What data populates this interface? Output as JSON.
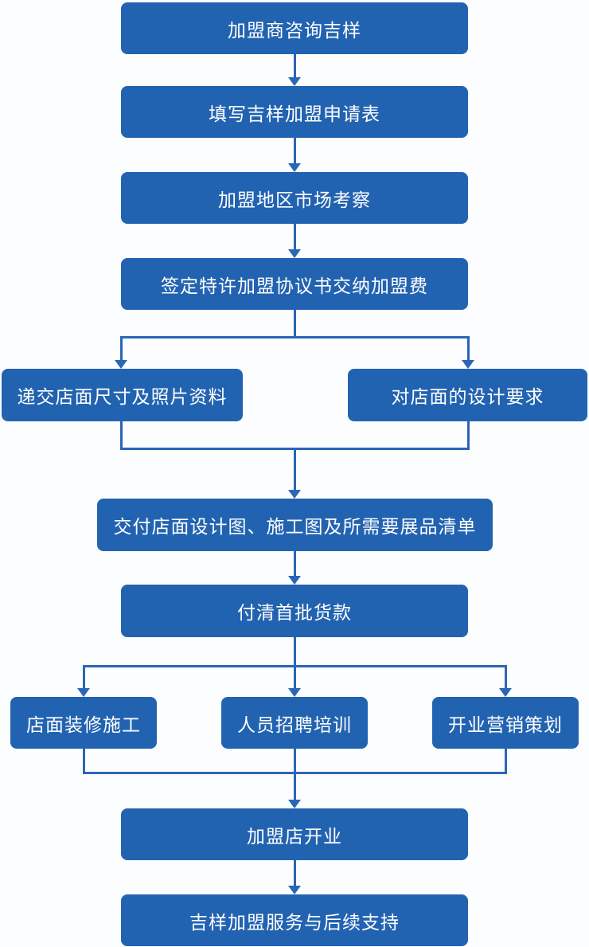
{
  "diagram": {
    "type": "flowchart",
    "direction": "top-down",
    "colors": {
      "node_fill": "#2263b1",
      "connector": "#2a66b6",
      "node_text": "#ffffff",
      "background": "#fcfdfe"
    },
    "nodes": {
      "consult": {
        "label": "加盟商咨询吉样"
      },
      "apply": {
        "label": "填写吉样加盟申请表"
      },
      "survey": {
        "label": "加盟地区市场考察"
      },
      "sign": {
        "label": "签定特许加盟协议书交纳加盟费"
      },
      "submit": {
        "label": "递交店面尺寸及照片资料"
      },
      "design": {
        "label": "对店面的设计要求"
      },
      "deliver": {
        "label": "交付店面设计图、施工图及所需要展品清单"
      },
      "payment": {
        "label": "付清首批货款"
      },
      "decorate": {
        "label": "店面装修施工"
      },
      "recruit": {
        "label": "人员招聘培训"
      },
      "marketing": {
        "label": "开业营销策划"
      },
      "opening": {
        "label": "加盟店开业"
      },
      "support": {
        "label": "吉样加盟服务与后续支持"
      }
    },
    "edges": [
      "consult→apply",
      "apply→survey",
      "survey→sign",
      "sign→submit",
      "sign→design",
      "submit→deliver",
      "design→deliver",
      "deliver→payment",
      "payment→decorate",
      "payment→recruit",
      "payment→marketing",
      "decorate→opening",
      "recruit→opening",
      "marketing→opening",
      "opening→support"
    ]
  }
}
